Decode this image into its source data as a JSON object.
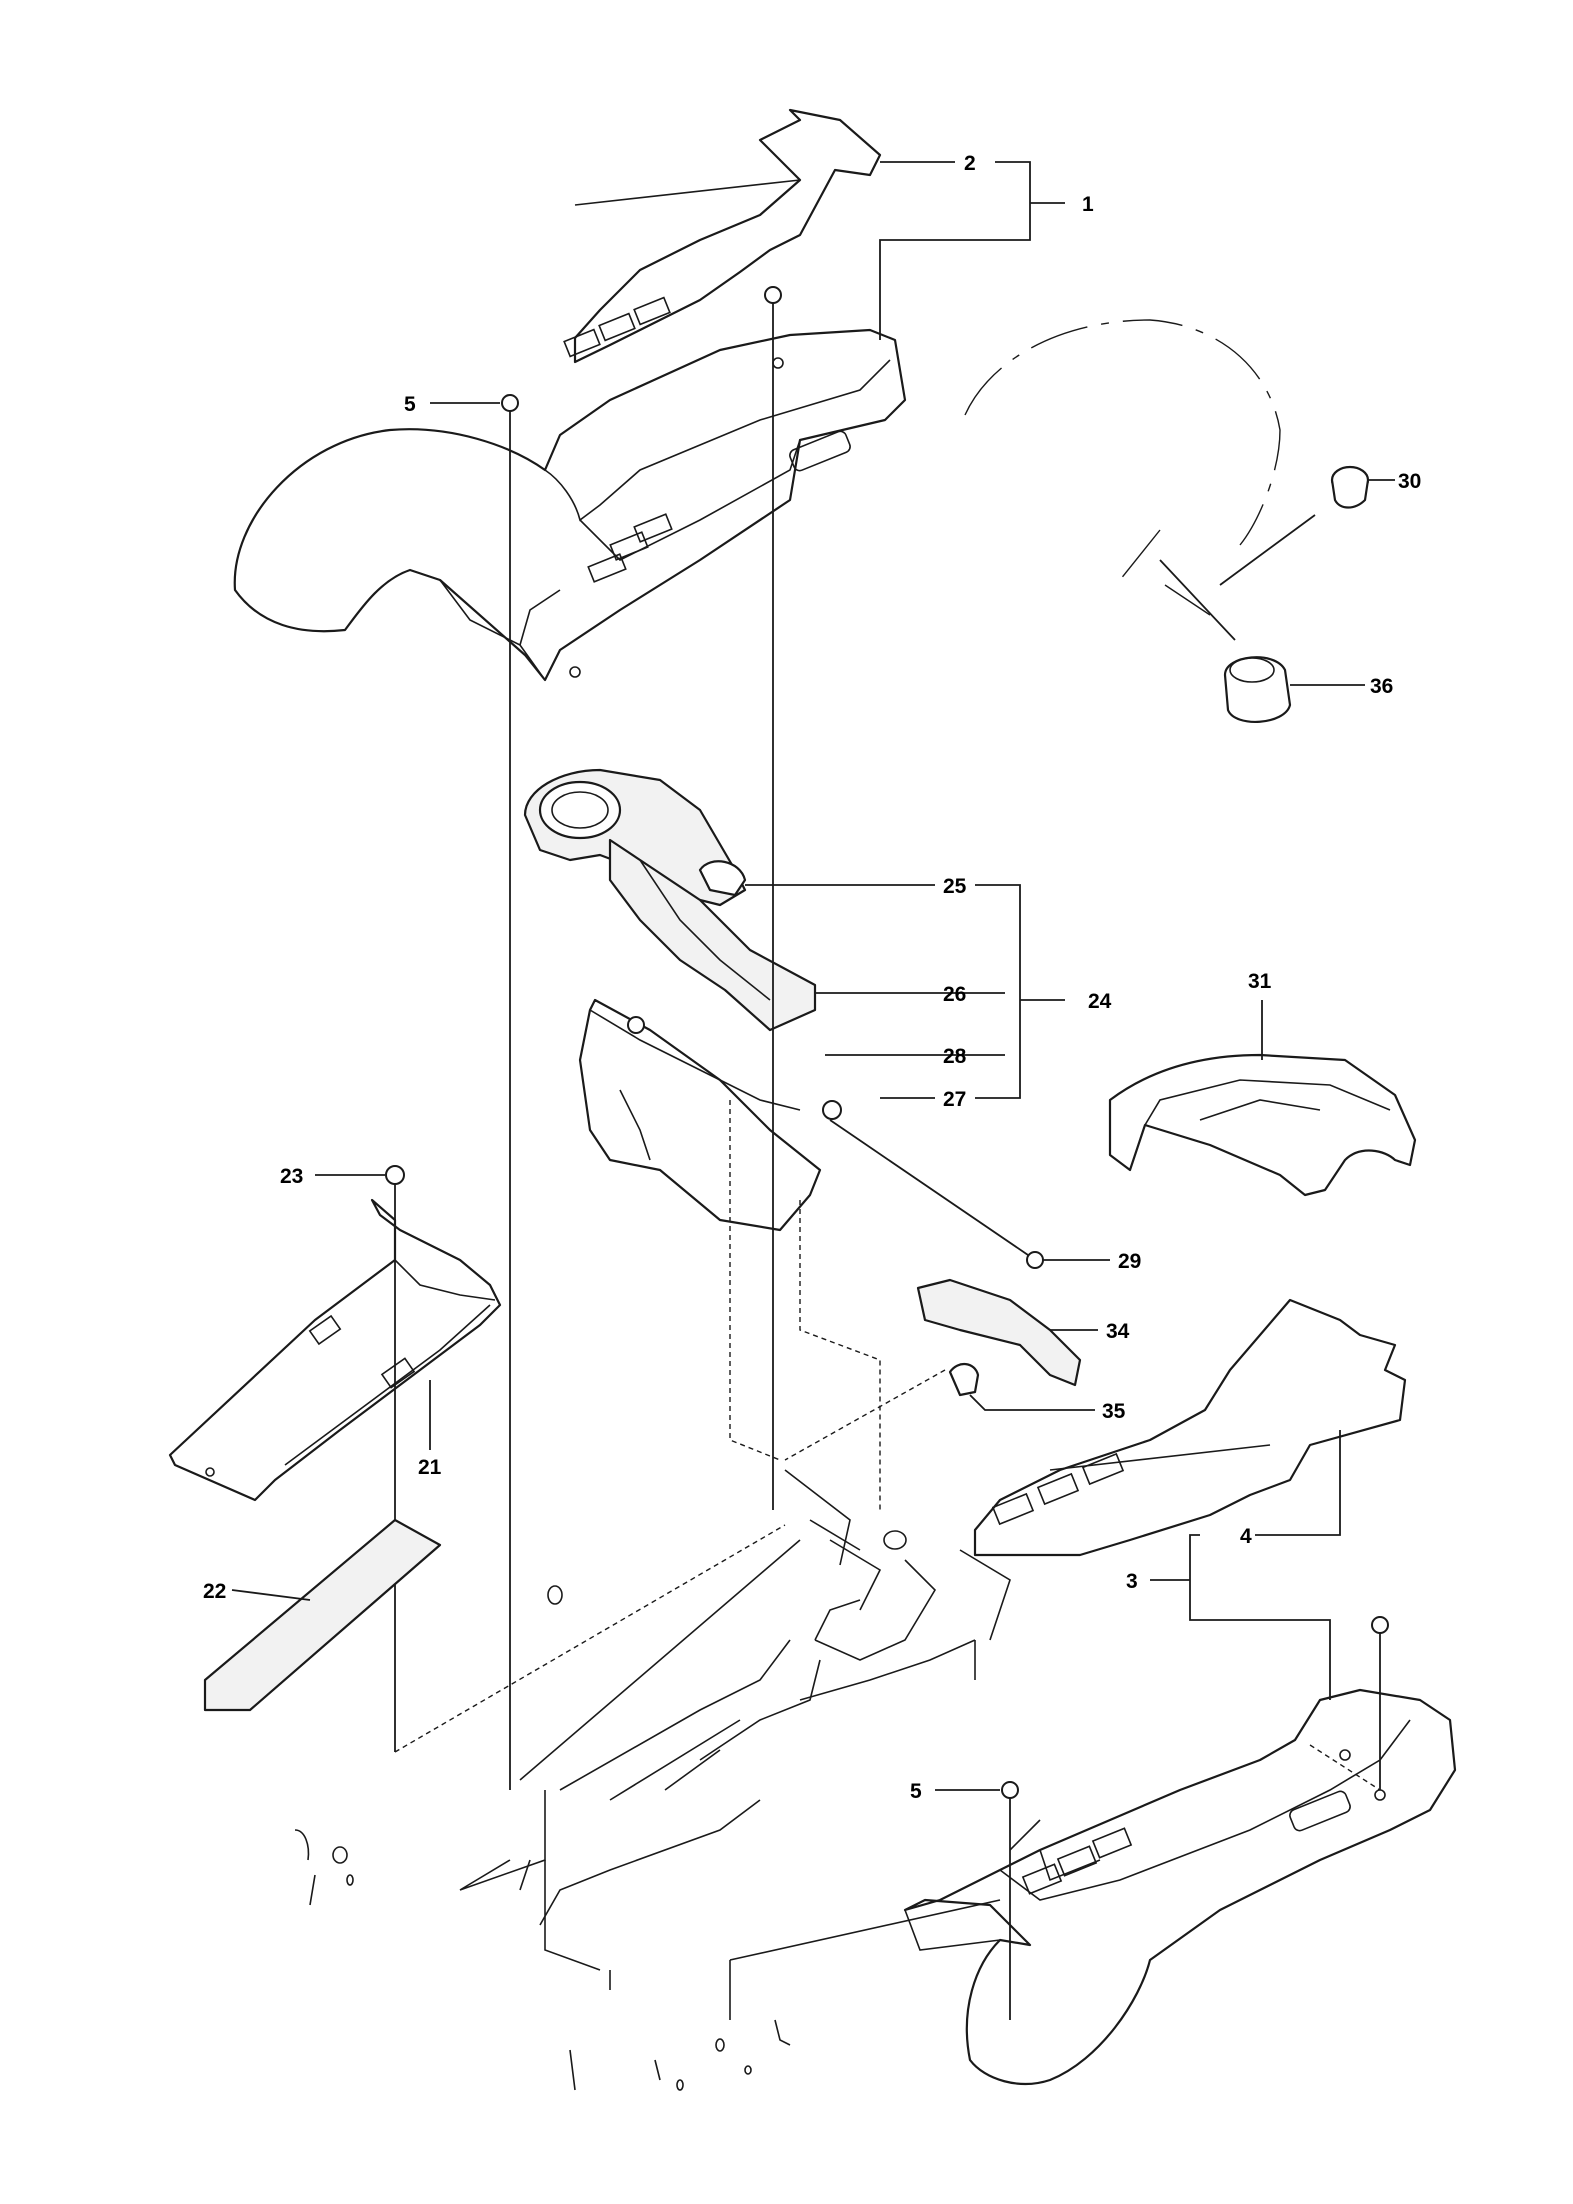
{
  "diagram": {
    "callouts": {
      "c1": "1",
      "c2": "2",
      "c3": "3",
      "c4": "4",
      "c5a": "5",
      "c5b": "5",
      "c21": "21",
      "c22": "22",
      "c23": "23",
      "c24": "24",
      "c25": "25",
      "c26": "26",
      "c27": "27",
      "c28": "28",
      "c29": "29",
      "c30": "30",
      "c31": "31",
      "c34": "34",
      "c35": "35",
      "c36": "36"
    },
    "line_color": "#1a1a1a"
  }
}
